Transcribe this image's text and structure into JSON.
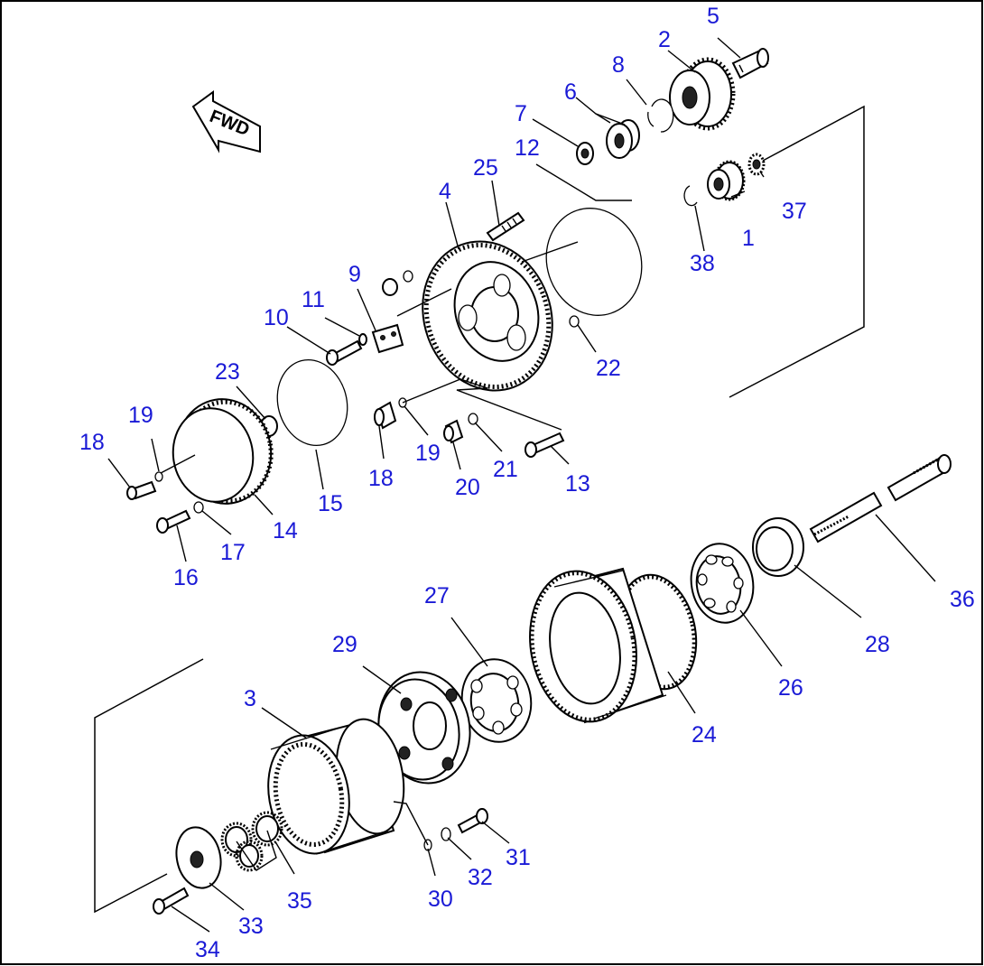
{
  "direction_marker": {
    "label": "FWD"
  },
  "callouts": [
    {
      "id": "1",
      "label": "1"
    },
    {
      "id": "2",
      "label": "2"
    },
    {
      "id": "3",
      "label": "3"
    },
    {
      "id": "4",
      "label": "4"
    },
    {
      "id": "5",
      "label": "5"
    },
    {
      "id": "6",
      "label": "6"
    },
    {
      "id": "7",
      "label": "7"
    },
    {
      "id": "8",
      "label": "8"
    },
    {
      "id": "9",
      "label": "9"
    },
    {
      "id": "10",
      "label": "10"
    },
    {
      "id": "11",
      "label": "11"
    },
    {
      "id": "12",
      "label": "12"
    },
    {
      "id": "13",
      "label": "13"
    },
    {
      "id": "14",
      "label": "14"
    },
    {
      "id": "15",
      "label": "15"
    },
    {
      "id": "16",
      "label": "16"
    },
    {
      "id": "17",
      "label": "17"
    },
    {
      "id": "18a",
      "label": "18"
    },
    {
      "id": "18b",
      "label": "18"
    },
    {
      "id": "19a",
      "label": "19"
    },
    {
      "id": "19b",
      "label": "19"
    },
    {
      "id": "20",
      "label": "20"
    },
    {
      "id": "21",
      "label": "21"
    },
    {
      "id": "22",
      "label": "22"
    },
    {
      "id": "23",
      "label": "23"
    },
    {
      "id": "24",
      "label": "24"
    },
    {
      "id": "25",
      "label": "25"
    },
    {
      "id": "26",
      "label": "26"
    },
    {
      "id": "27",
      "label": "27"
    },
    {
      "id": "28",
      "label": "28"
    },
    {
      "id": "29",
      "label": "29"
    },
    {
      "id": "30",
      "label": "30"
    },
    {
      "id": "31",
      "label": "31"
    },
    {
      "id": "32",
      "label": "32"
    },
    {
      "id": "33",
      "label": "33"
    },
    {
      "id": "34",
      "label": "34"
    },
    {
      "id": "35",
      "label": "35"
    },
    {
      "id": "36",
      "label": "36"
    },
    {
      "id": "37",
      "label": "37"
    },
    {
      "id": "38",
      "label": "38"
    }
  ]
}
